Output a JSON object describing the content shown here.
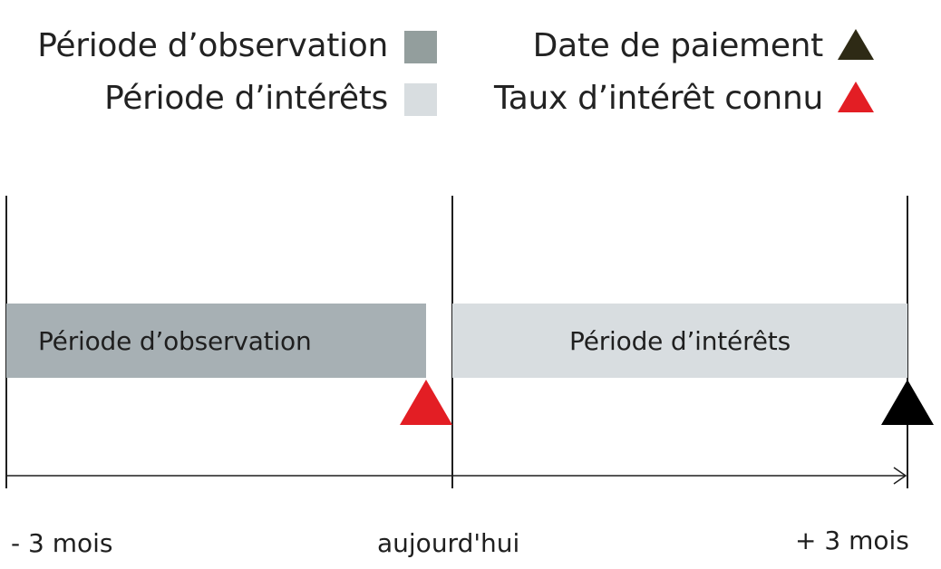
{
  "legend": {
    "observation_label": "Période d’observation",
    "interest_label": "Période d’intérêts",
    "payment_label": "Date de paiement",
    "known_rate_label": "Taux d’intérêt connu"
  },
  "timeline": {
    "observation_bar_label": "Période d’observation",
    "interest_bar_label": "Période d’intérêts",
    "ticks": [
      "- 3 mois",
      "aujourd'hui",
      "+ 3 mois"
    ]
  },
  "colors": {
    "observation": "#a7b0b4",
    "observation_legend": "#939e9d",
    "interest": "#d8dde0",
    "known_rate": "#e31e24",
    "payment_legend": "#2e2a15",
    "payment_marker": "#000000"
  }
}
